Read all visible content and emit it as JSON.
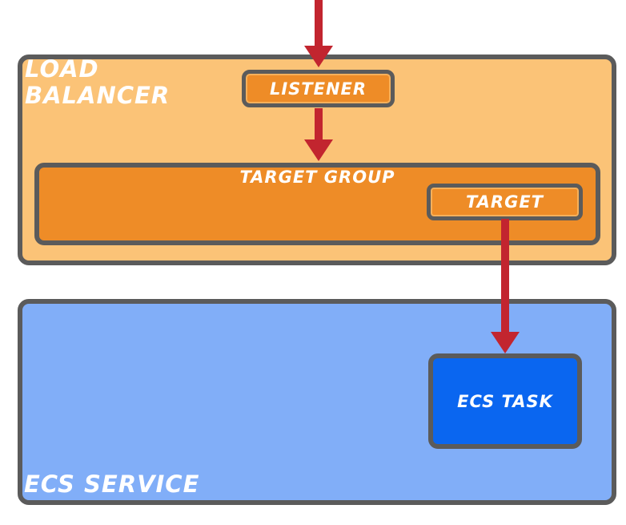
{
  "colors": {
    "canvas_bg": "#ffffff",
    "load_balancer_fill": "#FBC377",
    "inner_orange_fill": "#EE8C27",
    "border_gray": "#5B5B5B",
    "arrow_red": "#C2252F",
    "ecs_service_fill": "#81AEF8",
    "ecs_task_fill": "#0A66F0",
    "label_white": "#ffffff"
  },
  "diagram": {
    "load_balancer": {
      "label": "LOAD\nBALANCER"
    },
    "listener": {
      "label": "LISTENER"
    },
    "target_group": {
      "label": "TARGET GROUP"
    },
    "target": {
      "label": "TARGET"
    },
    "ecs_service": {
      "label": "ECS SERVICE"
    },
    "ecs_task": {
      "label": "ECS TASK"
    },
    "arrows": [
      {
        "name": "inbound-to-listener",
        "from": "external-traffic",
        "to": "listener"
      },
      {
        "name": "listener-to-target-group",
        "from": "listener",
        "to": "target-group"
      },
      {
        "name": "target-to-ecs-task",
        "from": "target",
        "to": "ecs-task"
      }
    ]
  }
}
